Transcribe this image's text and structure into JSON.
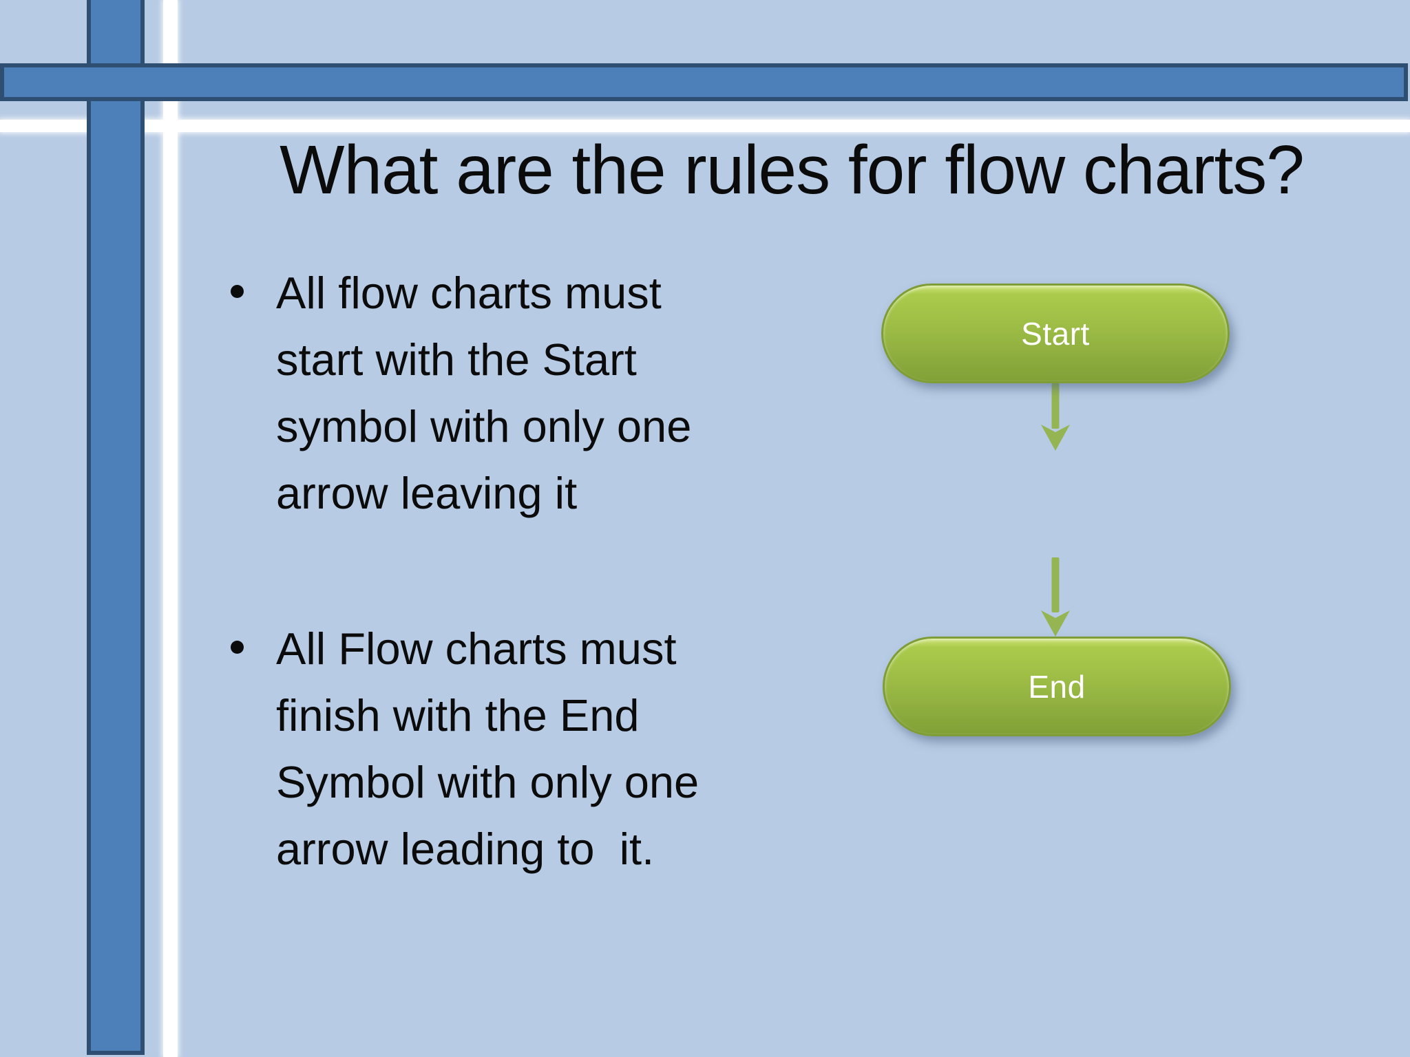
{
  "slide": {
    "title": "What are the rules for flow charts?",
    "bullets": [
      {
        "lines": [
          "All flow charts must",
          "start with the Start",
          "symbol with only one",
          "arrow leaving it"
        ]
      },
      {
        "lines": [
          "All Flow charts must",
          "finish with the End",
          "Symbol with only one",
          "arrow leading to  it."
        ]
      }
    ],
    "flowchart": {
      "nodes": [
        {
          "id": "start",
          "shape": "terminator",
          "label": "Start"
        },
        {
          "id": "end",
          "shape": "terminator",
          "label": "End"
        }
      ],
      "connectors": [
        {
          "from": "start",
          "type": "arrow-down"
        },
        {
          "to": "end",
          "type": "arrow-down"
        }
      ]
    }
  },
  "colors": {
    "background": "#b7cbe4",
    "accent-bar": "#4d7fb8",
    "accent-bar-border": "#2e4e72",
    "stripe": "#ffffff",
    "node-fill-top": "#cfe37b",
    "node-fill": "#9bbb45",
    "node-fill-bottom": "#81a036",
    "node-border": "#7f9d37",
    "node-text": "#ffffff",
    "arrow": "#95b553",
    "title-text": "#0b0b0b",
    "body-text": "#0b0b0b"
  }
}
